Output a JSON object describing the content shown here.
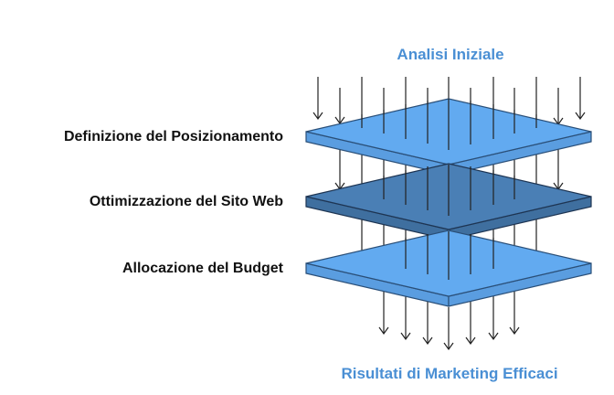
{
  "diagram": {
    "top_title": "Analisi Iniziale",
    "bottom_title": "Risultati di Marketing Efficaci",
    "layers": [
      {
        "label": "Definizione del Posizionamento",
        "color": "#62aaf0",
        "edge_color": "#2a4f78"
      },
      {
        "label": "Ottimizzazione del Sito Web",
        "color": "#4a7fb5",
        "edge_color": "#1e3553"
      },
      {
        "label": "Allocazione del Budget",
        "color": "#62aaf0",
        "edge_color": "#2a4f78"
      }
    ],
    "arrow_color": "#222222",
    "title_color": "#4a8fd4"
  }
}
